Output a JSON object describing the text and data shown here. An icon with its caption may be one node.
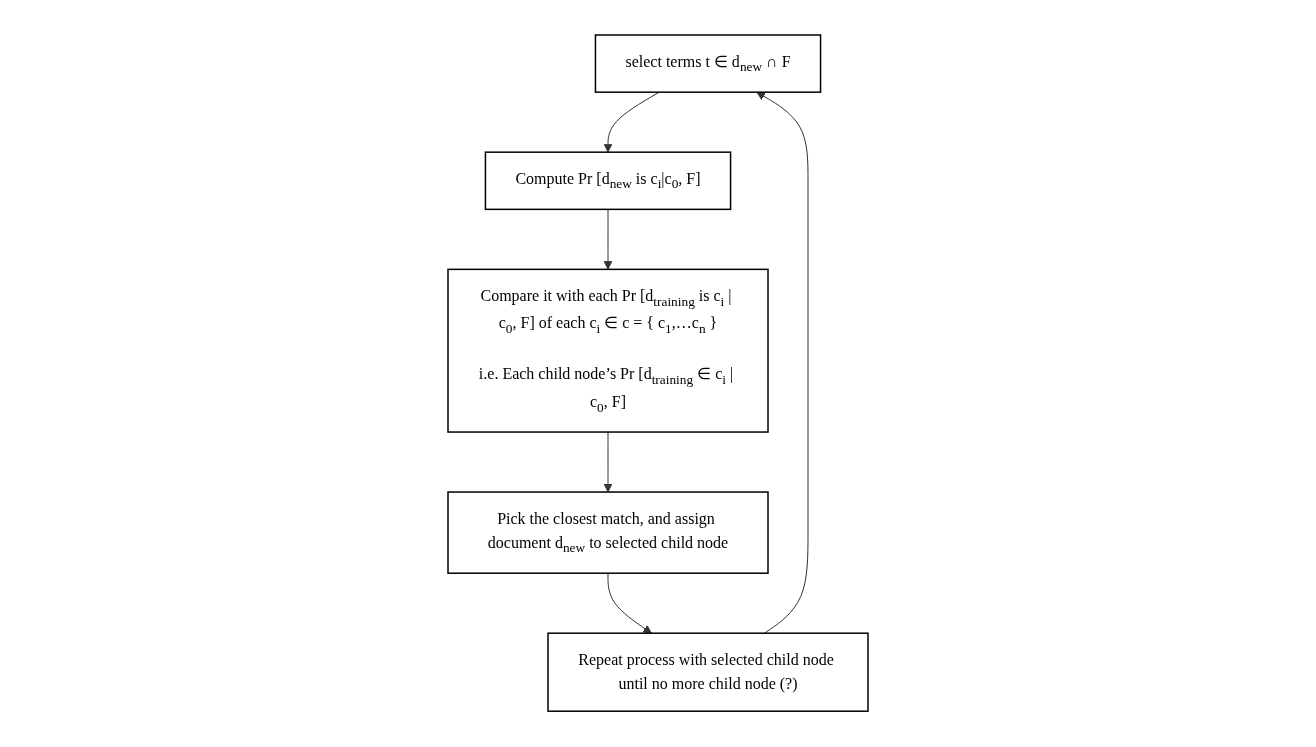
{
  "diagram": {
    "nodes": [
      {
        "text": [
          "select terms t ∈ d$_{new}$ ∩ F"
        ]
      },
      {
        "text": [
          "Compute Pr [d$_{new}$ is c$_{i}$|c$_{0}$, F]"
        ]
      },
      {
        "text": [
          "Compare it with each Pr [d$_{training}$ is c$_{i}$ | c$_{0}$, F] of each c$_{i}$ ∈ c = { c$_{1}$,…c$_{n}$ }",
          "i.e. Each child node’s Pr [d$_{training}$ ∈ c$_{i}$ | c$_{0}$, F]"
        ]
      },
      {
        "text": [
          "Pick the closest match, and assign document d$_{new}$ to selected child node"
        ]
      },
      {
        "text": [
          "Repeat process with selected child node until no more child node (?)"
        ]
      }
    ],
    "edges": [
      {
        "from": 0,
        "to": 1,
        "arrow": "to"
      },
      {
        "from": 1,
        "to": 2,
        "arrow": "to"
      },
      {
        "from": 2,
        "to": 3,
        "arrow": "to"
      },
      {
        "from": 3,
        "to": 4,
        "arrow": "to"
      },
      {
        "from": 4,
        "to": 0,
        "arrow": "to"
      }
    ]
  }
}
